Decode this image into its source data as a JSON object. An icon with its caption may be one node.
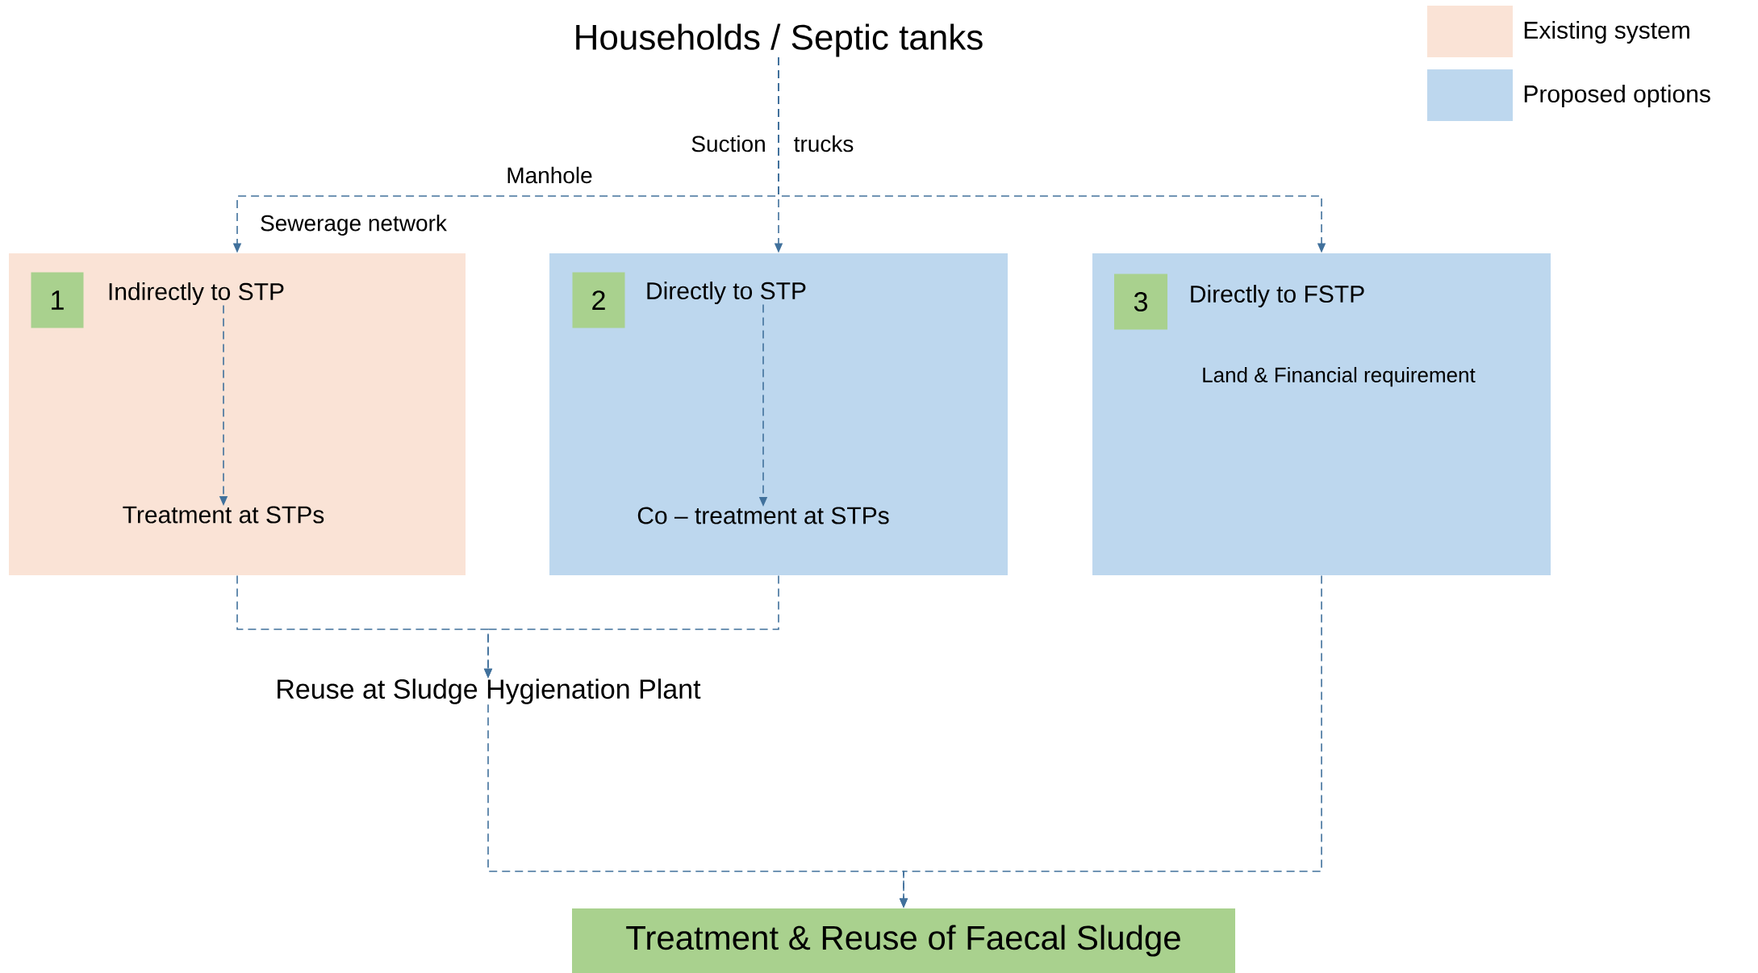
{
  "diagram": {
    "nodes": [
      {
        "text": [
          "Households / Septic tanks"
        ]
      },
      {
        "text": [],
        "shape": "box"
      },
      {
        "text": [
          "1"
        ],
        "in": 1
      },
      {
        "text": [
          "Indirectly to STP"
        ],
        "in": 1
      },
      {
        "text": [
          "Treatment at STPs"
        ],
        "in": 1
      },
      {
        "text": [],
        "shape": "box"
      },
      {
        "text": [
          "2"
        ],
        "in": 5
      },
      {
        "text": [
          "Directly to STP"
        ],
        "in": 5
      },
      {
        "text": [
          "Co – treatment at STPs"
        ],
        "in": 5
      },
      {
        "text": [],
        "shape": "box"
      },
      {
        "text": [
          "3"
        ],
        "in": 9
      },
      {
        "text": [
          "Directly to FSTP"
        ],
        "in": 9
      },
      {
        "text": [
          "Land & Financial requirement"
        ],
        "in": 9
      },
      {
        "text": [
          "Reuse at Sludge Hygienation Plant"
        ]
      },
      {
        "text": [
          "Treatment & Reuse of Faecal Sludge"
        ]
      }
    ],
    "edges": [
      {
        "from": 0,
        "to": 1,
        "arrow": "to",
        "label": "Sewerage network"
      },
      {
        "from": 0,
        "to": 5,
        "arrow": "to"
      },
      {
        "from": 0,
        "to": 9,
        "arrow": "to"
      },
      {
        "from": 3,
        "to": 4,
        "arrow": "to"
      },
      {
        "from": 7,
        "to": 8,
        "arrow": "to"
      },
      {
        "from": 1,
        "to": 13,
        "arrow": "to"
      },
      {
        "from": 5,
        "to": 13,
        "arrow": "to"
      },
      {
        "from": 13,
        "to": 14,
        "arrow": "to"
      },
      {
        "from": 9,
        "to": 14,
        "arrow": "to"
      }
    ],
    "labels": [
      "Manhole",
      "Suction",
      "trucks"
    ],
    "legend": [
      {
        "text": "Existing system",
        "color": "#fae3d6"
      },
      {
        "text": "Proposed options",
        "color": "#bdd7ee"
      }
    ]
  }
}
